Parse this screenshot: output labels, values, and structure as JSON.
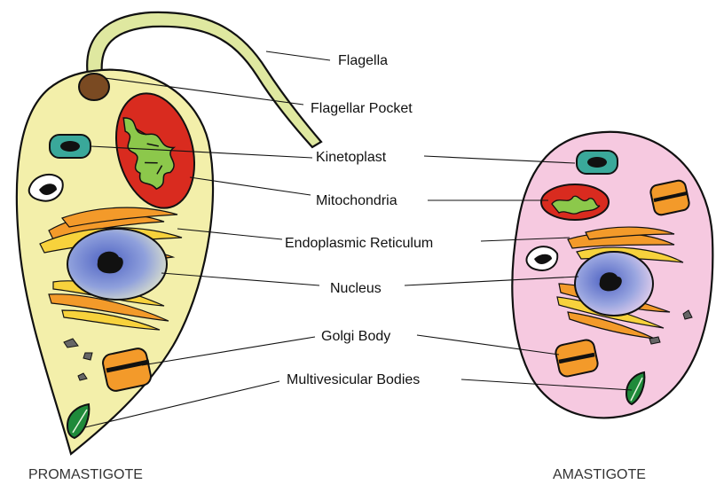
{
  "labels": {
    "flagella": "Flagella",
    "flagellar_pocket": "Flagellar Pocket",
    "kinetoplast": "Kinetoplast",
    "mitochondria": "Mitochondria",
    "endoplasmic_reticulum": "Endoplasmic Reticulum",
    "nucleus": "Nucleus",
    "golgi_body": "Golgi Body",
    "multivesicular_bodies": "Multivesicular Bodies"
  },
  "captions": {
    "promastigote": "PROMASTIGOTE",
    "amastigote": "AMASTIGOTE"
  },
  "colors": {
    "promastigote_body": "#f3efaa",
    "amastigote_body": "#f6c9e0",
    "flagellum": "#dfe8a0",
    "flagellar_pocket": "#7a4a22",
    "kinetoplast": "#3aa89a",
    "mitochondria_outer": "#d92b1f",
    "mitochondria_inner": "#8cc84b",
    "nucleus": "#6b7ec9",
    "er_orange": "#f39a2a",
    "er_yellow": "#f7d23c",
    "golgi": "#f39a2a",
    "vesicle": "#1f8a3a",
    "granule": "#777777"
  }
}
